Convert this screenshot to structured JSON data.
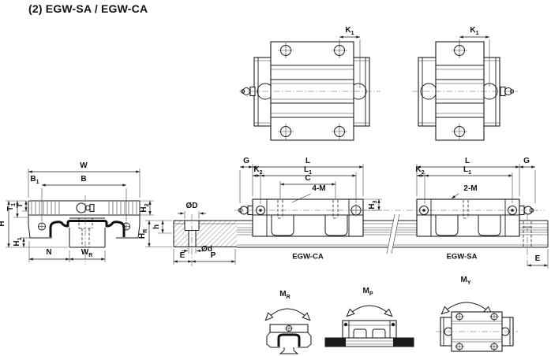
{
  "title": "(2) EGW-SA / EGW-CA",
  "drawing": {
    "colors": {
      "line": "#1a1a1a",
      "background": "#ffffff"
    },
    "dims": {
      "W": {
        "b": "W",
        "s": ""
      },
      "B": {
        "b": "B",
        "s": ""
      },
      "B1": {
        "b": "B",
        "s": "1"
      },
      "T": {
        "b": "T",
        "s": ""
      },
      "T1": {
        "b": "T",
        "s": "1"
      },
      "H": {
        "b": "H",
        "s": ""
      },
      "H1": {
        "b": "H",
        "s": "1"
      },
      "H2": {
        "b": "H",
        "s": "2"
      },
      "H3": {
        "b": "H",
        "s": "3"
      },
      "N": {
        "b": "N",
        "s": ""
      },
      "WR": {
        "b": "W",
        "s": "R"
      },
      "HR": {
        "b": "H",
        "s": "R"
      },
      "h": {
        "b": "h",
        "s": ""
      },
      "OD": {
        "b": "ØD",
        "s": ""
      },
      "Od": {
        "b": "Ød",
        "s": ""
      },
      "E": {
        "b": "E",
        "s": ""
      },
      "P": {
        "b": "P",
        "s": ""
      },
      "G": {
        "b": "G",
        "s": ""
      },
      "L": {
        "b": "L",
        "s": ""
      },
      "L1": {
        "b": "L",
        "s": "1"
      },
      "K1": {
        "b": "K",
        "s": "1"
      },
      "K2": {
        "b": "K",
        "s": "2"
      },
      "C": {
        "b": "C",
        "s": ""
      },
      "M4": {
        "b": "4-M",
        "s": ""
      },
      "M2": {
        "b": "2-M",
        "s": ""
      }
    },
    "moments": {
      "mr": {
        "b": "M",
        "s": "R"
      },
      "mp": {
        "b": "M",
        "s": "P"
      },
      "my": {
        "b": "M",
        "s": "Y"
      }
    },
    "captions": {
      "egw_ca": "EGW-CA",
      "egw_sa": "EGW-SA"
    }
  }
}
